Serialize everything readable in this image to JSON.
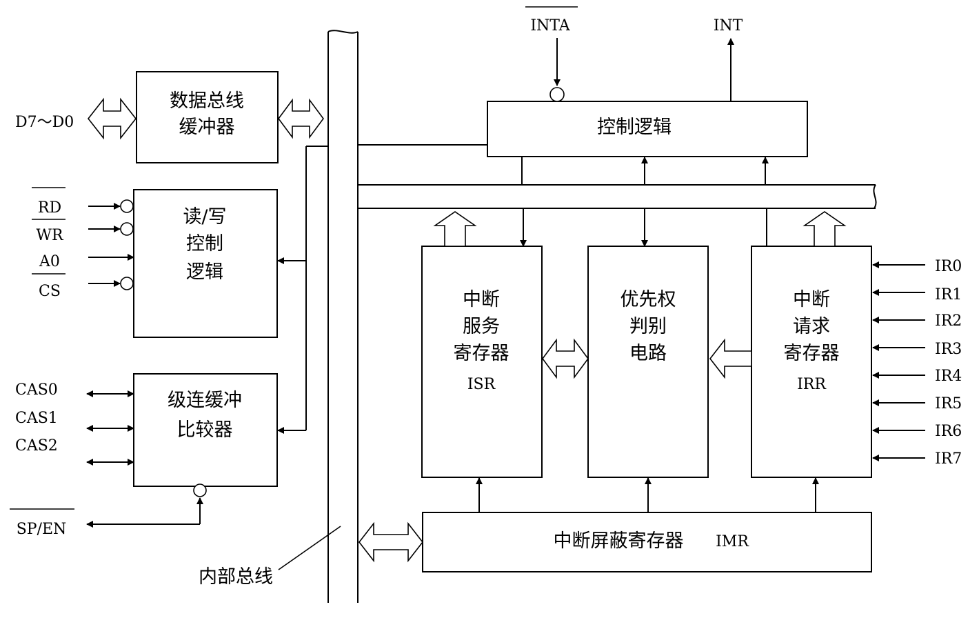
{
  "blocks": {
    "data_bus_buffer": [
      "数据总线",
      "缓冲器"
    ],
    "rw_logic": [
      "读/写",
      "控制",
      "逻辑"
    ],
    "cascade": [
      "级连缓冲",
      "比较器"
    ],
    "control_logic": "控制逻辑",
    "isr": [
      "中断",
      "服务",
      "寄存器",
      "ISR"
    ],
    "priority": [
      "优先权",
      "判别",
      "电路"
    ],
    "irr": [
      "中断",
      "请求",
      "寄存器",
      "IRR"
    ],
    "imr": "中断屏蔽寄存器",
    "imr_abbr": "IMR"
  },
  "bus_label": "内部总线",
  "signals": {
    "data": "D7～D0",
    "rd": "RD",
    "wr": "WR",
    "a0": "A0",
    "cs": "CS",
    "cas0": "CAS0",
    "cas1": "CAS1",
    "cas2": "CAS2",
    "spen": "SP/EN",
    "inta": "INTA",
    "int": "INT",
    "ir": [
      "IR0",
      "IR1",
      "IR2",
      "IR3",
      "IR4",
      "IR5",
      "IR6",
      "IR7"
    ]
  }
}
